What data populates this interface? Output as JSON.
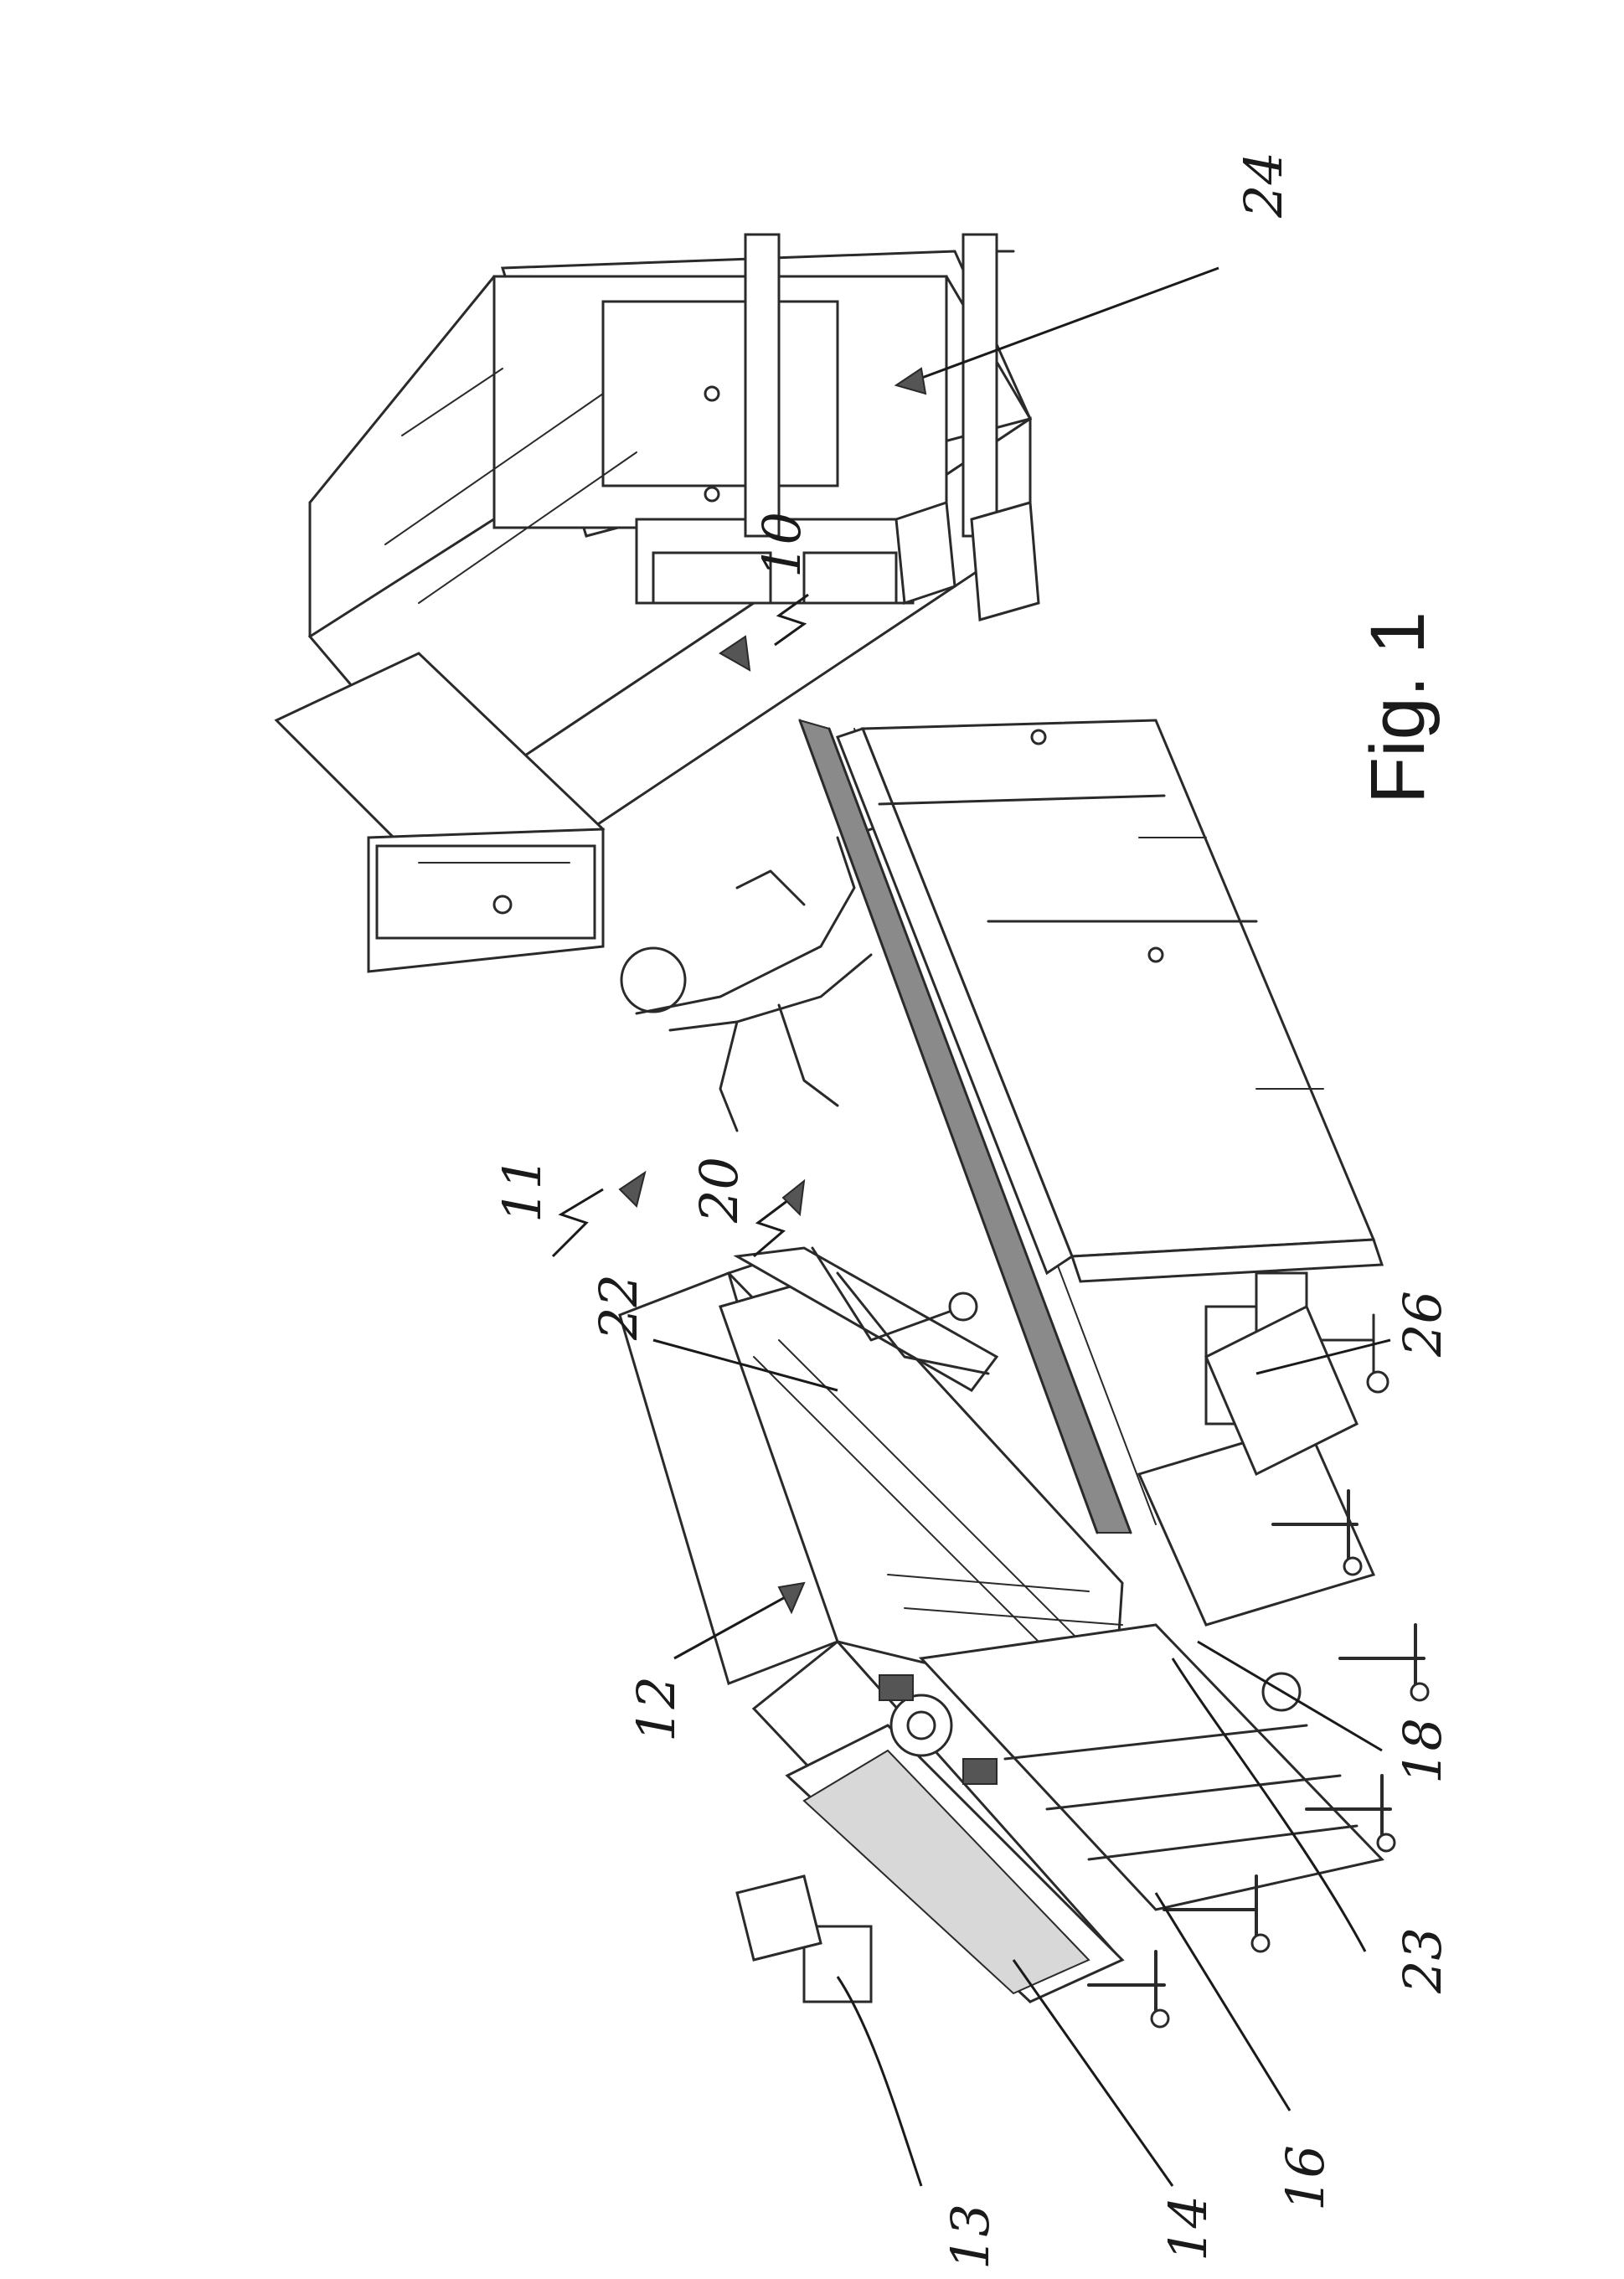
{
  "figure": {
    "caption": "Fig. 1",
    "reference_labels": {
      "r10": "10",
      "r11": "11",
      "r12": "12",
      "r13": "13",
      "r14": "14",
      "r16": "16",
      "r18": "18",
      "r20": "20",
      "r22": "22",
      "r23": "23",
      "r24": "24",
      "r26": "26"
    }
  }
}
